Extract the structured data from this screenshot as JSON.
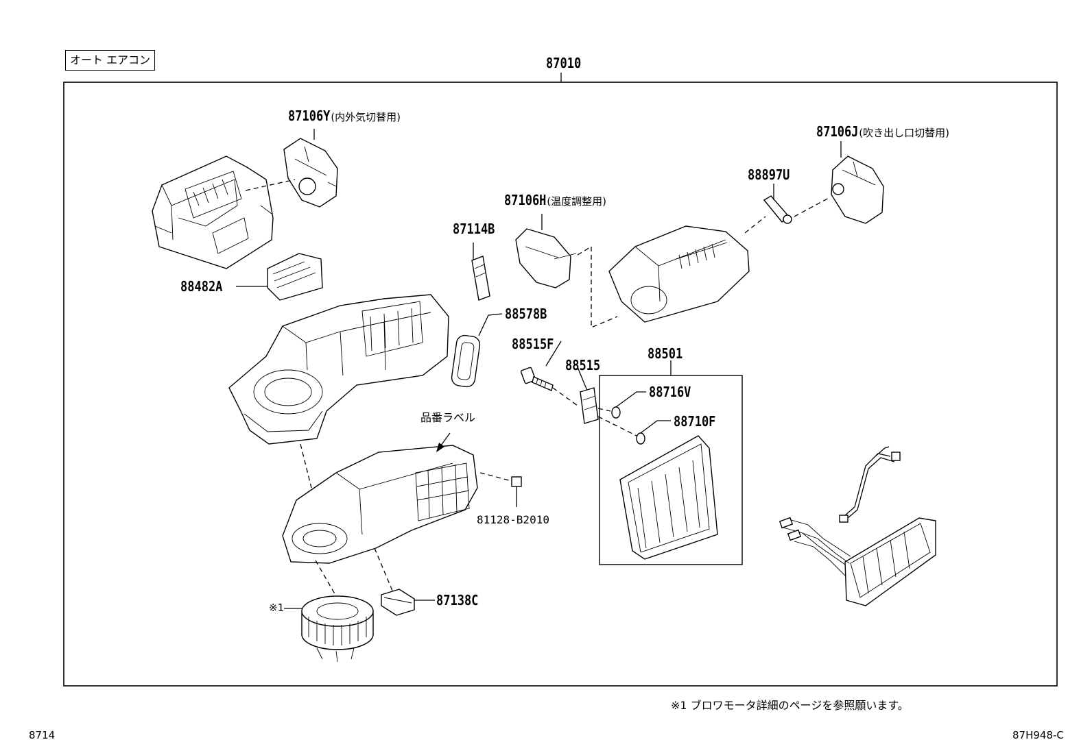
{
  "header": {
    "category_label": "オート エアコン",
    "assembly_number": "87010"
  },
  "callouts": {
    "damper_servo_y": {
      "part": "87106Y",
      "note": "(内外気切替用)"
    },
    "damper_servo_j": {
      "part": "87106J",
      "note": "(吹き出し口切替用)"
    },
    "damper_servo_h": {
      "part": "87106H",
      "note": "(温度調整用)"
    },
    "p88897u": "88897U",
    "p87114b": "87114B",
    "p88482a": "88482A",
    "p88578b": "88578B",
    "p88515f": "88515F",
    "p88515": "88515",
    "p88501": "88501",
    "p88716v": "88716V",
    "p88710f": "88710F",
    "label_part_number": "品番ラベル",
    "p81128": "81128-B2010",
    "p87138c": "87138C",
    "ref1": "※1"
  },
  "footer": {
    "note": "※1 ブロワモータ詳細のページを参照願います。",
    "page_code": "8714",
    "figure_id": "87H948-C"
  }
}
